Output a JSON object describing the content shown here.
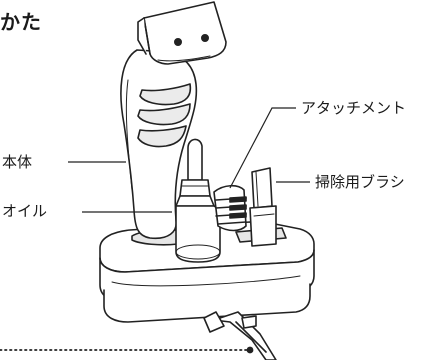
{
  "heading": "かた",
  "labels": {
    "body": "本体",
    "oil": "オイル",
    "attachment": "アタッチメント",
    "brush": "掃除用ブラシ"
  }
}
